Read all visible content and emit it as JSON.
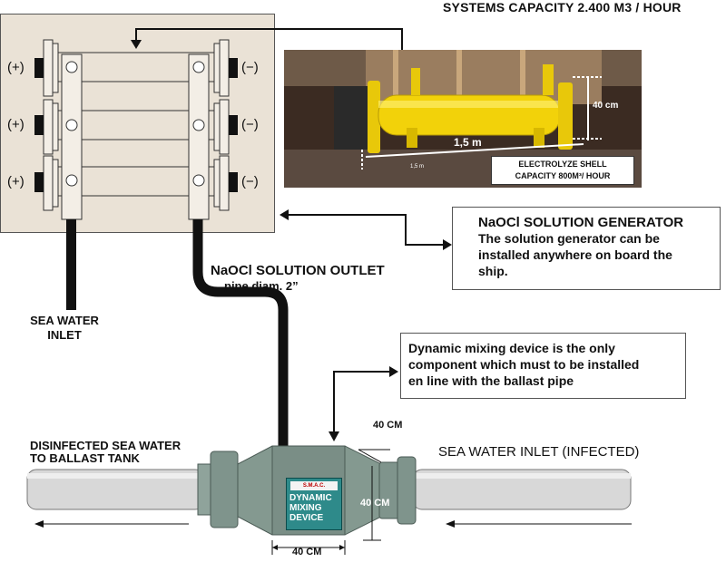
{
  "title": "SYSTEMS CAPACITY 2.400 M3 / HOUR",
  "generator_panel": {
    "plus_sign": "(+)",
    "minus_sign": "(−)"
  },
  "photo": {
    "caption_line1": "ELECTROLYZE SHELL",
    "caption_line2": "CAPACITY 800M³/ HOUR",
    "length_label": "1,5 m",
    "length_label_small": "1,5 m",
    "diameter_label": "40 cm"
  },
  "callout_generator": {
    "heading": "NaOCl SOLUTION GENERATOR",
    "body_line1": "The solution generator can be",
    "body_line2": "installed anywhere on board the",
    "body_line3": "ship."
  },
  "outlet_label": {
    "line1": "NaOCl SOLUTION OUTLET",
    "line2": "pipe diam. 2”"
  },
  "sea_water_inlet_label": {
    "line1": "SEA WATER",
    "line2": "INLET"
  },
  "callout_mixer": {
    "line1": "Dynamic mixing device is the only",
    "line2": "component which must to be installed",
    "line3": "en line with the ballast pipe"
  },
  "pipe_labels": {
    "left_line1": "DISINFECTED SEA WATER",
    "left_line2": "TO BALLAST TANK",
    "right": "SEA WATER INLET (INFECTED)"
  },
  "mixer": {
    "logo": "S.M.A.C.",
    "line1": "DYNAMIC",
    "line2": "MIXING",
    "line3": "DEVICE",
    "dim_top": "40 CM",
    "dim_side": "40 CM",
    "dim_bottom": "40 CM"
  },
  "colors": {
    "panel_bg": "#eae2d6",
    "shell_yellow": "#f2d20a",
    "device_teal": "#2e8a8a",
    "device_gray": "#7f948c",
    "pipe_gray": "#d8d8d8"
  }
}
